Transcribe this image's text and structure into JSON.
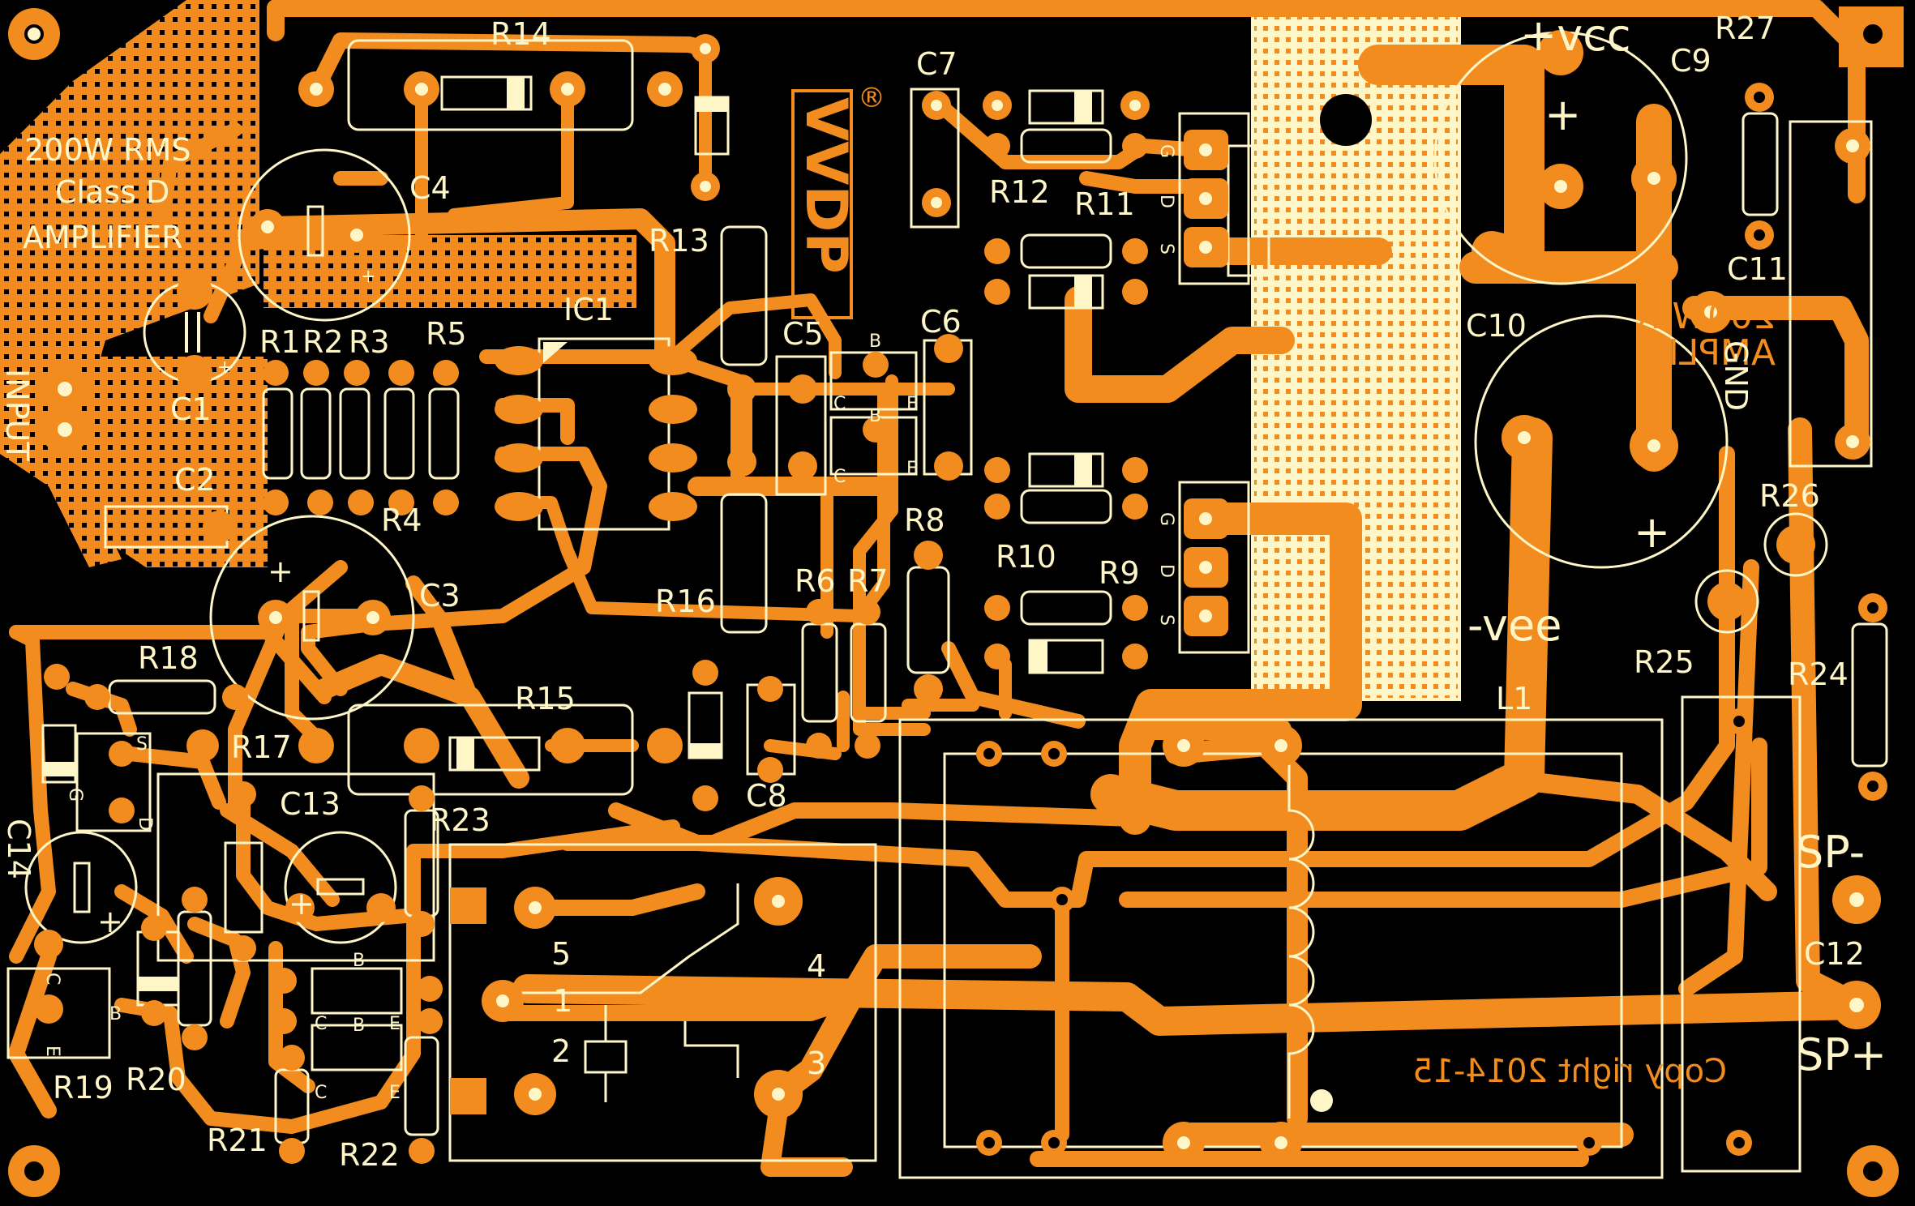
{
  "board": {
    "title_lines": [
      "200W RMS",
      "Class D",
      "AMPLIFIER"
    ],
    "copyright": "Copy right 2014-15",
    "mirrored_text_lines": [
      "200W R",
      "AMPLIF"
    ],
    "input_label": "INPUT",
    "gnd_label": "GND",
    "vcc_label": "+vcc",
    "vee_label": "-vee",
    "sp_minus_label": "SP-",
    "sp_plus_label": "SP+",
    "logo_text": "VVDP",
    "logo_mark": "®"
  },
  "colors": {
    "background": "#000000",
    "copper": "#F28C1E",
    "silkscreen": "#FFF6C8"
  },
  "designators": {
    "r1": "R1",
    "r2": "R2",
    "r3": "R3",
    "r4": "R4",
    "r5": "R5",
    "r6": "R6",
    "r7": "R7",
    "r8": "R8",
    "r9": "R9",
    "r10": "R10",
    "r11": "R11",
    "r12": "R12",
    "r13": "R13",
    "r14": "R14",
    "r15": "R15",
    "r16": "R16",
    "r17": "R17",
    "r18": "R18",
    "r19": "R19",
    "r20": "R20",
    "r21": "R21",
    "r22": "R22",
    "r23": "R23",
    "r24": "R24",
    "r25": "R25",
    "r26": "R26",
    "r27": "R27",
    "c1": "C1",
    "c2": "C2",
    "c3": "C3",
    "c4": "C4",
    "c5": "C5",
    "c6": "C6",
    "c7": "C7",
    "c8": "C8",
    "c9": "C9",
    "c10": "C10",
    "c11": "C11",
    "c12": "C12",
    "c13": "C13",
    "c14": "C14",
    "ic1": "IC1",
    "l1": "L1"
  },
  "relay_pins": {
    "p1": "1",
    "p2": "2",
    "p3": "3",
    "p4": "4",
    "p5": "5"
  },
  "pin_letters": {
    "b": "B",
    "c": "C",
    "e": "E",
    "g": "G",
    "d": "D",
    "s": "S",
    "plus": "+"
  }
}
